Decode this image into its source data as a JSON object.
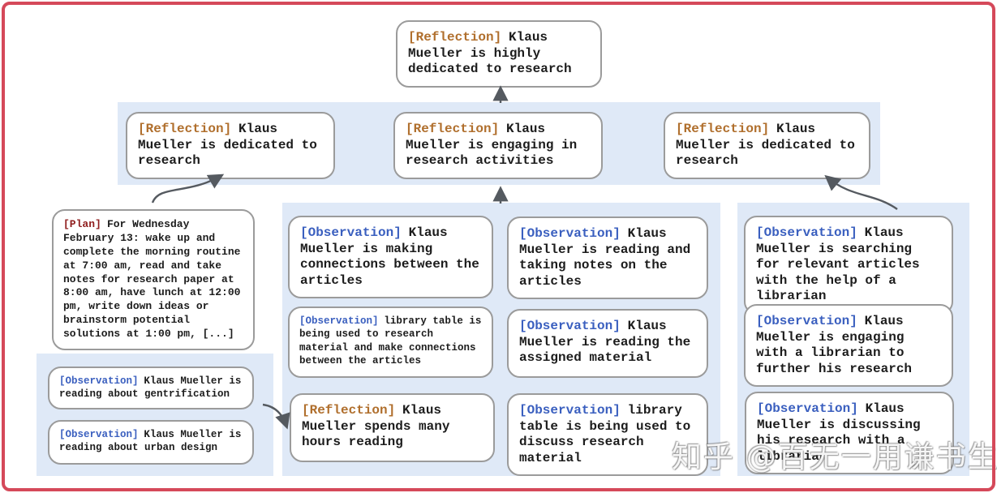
{
  "nodes": {
    "root": {
      "tag": "[Reflection]",
      "text": "Klaus Mueller is highly dedicated to research"
    },
    "row2": [
      {
        "tag": "[Reflection]",
        "text": "Klaus Mueller is dedicated to research"
      },
      {
        "tag": "[Reflection]",
        "text": "Klaus Mueller is engaging in research activities"
      },
      {
        "tag": "[Reflection]",
        "text": "Klaus Mueller is dedicated to research"
      }
    ],
    "plan": {
      "tag": "[Plan]",
      "text": "For Wednesday February 13: wake up and complete the morning routine at 7:00 am, read and take notes for research paper at 8:00 am, have lunch at 12:00 pm, write down ideas or brainstorm potential solutions at 1:00 pm, [...]"
    },
    "left": [
      {
        "tag": "[Observation]",
        "text": "Klaus Mueller is reading about gentrification"
      },
      {
        "tag": "[Observation]",
        "text": "Klaus Mueller is reading about urban design"
      }
    ],
    "mid1": [
      {
        "tag": "[Observation]",
        "text": "Klaus Mueller is making connections between the articles"
      },
      {
        "tag": "[Observation]",
        "text": "library table is being used to research material and make connections between the articles"
      },
      {
        "tag": "[Reflection]",
        "text": "Klaus Mueller spends many hours reading"
      }
    ],
    "mid2": [
      {
        "tag": "[Observation]",
        "text": "Klaus Mueller is reading and taking notes on the articles"
      },
      {
        "tag": "[Observation]",
        "text": "Klaus Mueller is reading the assigned material"
      },
      {
        "tag": "[Observation]",
        "text": "library table is being used to discuss research material"
      }
    ],
    "right": [
      {
        "tag": "[Observation]",
        "text": "Klaus Mueller is searching for relevant articles with the help of a librarian"
      },
      {
        "tag": "[Observation]",
        "text": "Klaus Mueller is engaging with a librarian to further his research"
      },
      {
        "tag": "[Observation]",
        "text": "Klaus Mueller is discussing his research with a librarian"
      }
    ]
  },
  "watermark": "知乎 @百无一用谦书生",
  "colors": {
    "frame_border": "#d5495a",
    "band_background": "#dfe9f7",
    "box_border": "#9b9b9b",
    "reflection_tag": "#b06f2d",
    "observation_tag": "#3a5fbf",
    "plan_tag": "#8f1d1d",
    "arrow": "#555a60",
    "body_text": "#1c1c1c"
  }
}
